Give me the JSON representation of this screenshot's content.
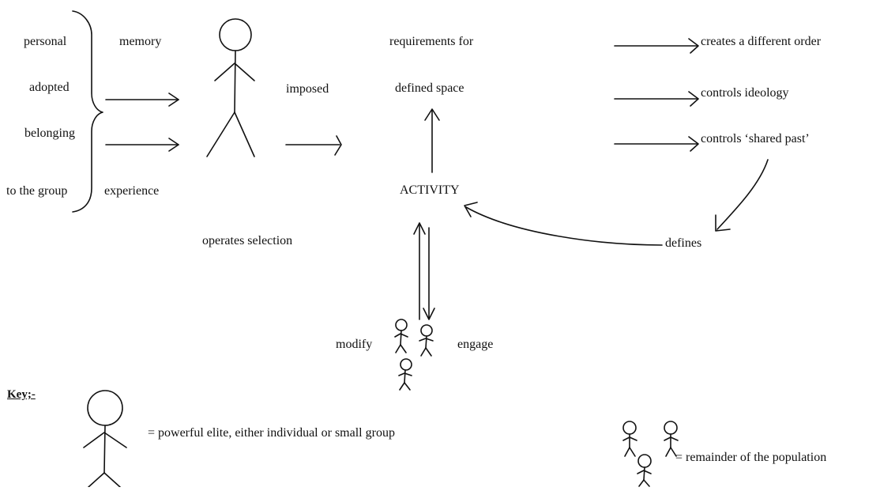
{
  "diagram": {
    "labels": {
      "personal": "personal",
      "adopted": "adopted",
      "belonging": "belonging",
      "to_the_group": "to the group",
      "memory": "memory",
      "experience": "experience",
      "imposed": "imposed",
      "operates_selection": "operates selection",
      "requirements_for": "requirements for",
      "defined_space": "defined space",
      "activity": "ACTIVITY",
      "modify": "modify",
      "engage": "engage",
      "defines": "defines",
      "creates_order": "creates a different order",
      "controls_ideology": "controls ideology",
      "controls_shared_past": "controls ‘shared past’"
    },
    "key": {
      "title": "Key;-",
      "elite_label": "= powerful elite, either individual or small group",
      "population_label": "= remainder of the population"
    },
    "colors": {
      "ink": "#111111",
      "background": "#ffffff"
    }
  }
}
